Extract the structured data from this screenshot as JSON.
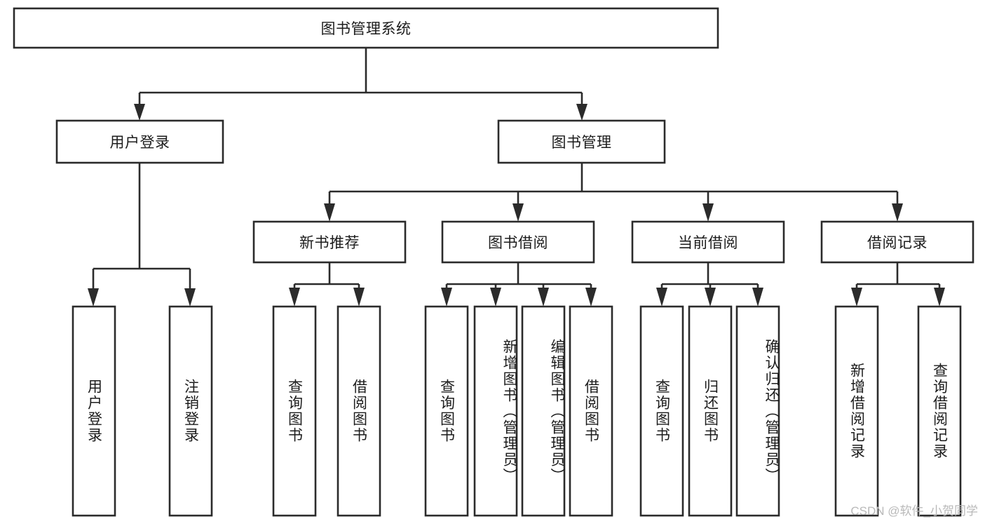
{
  "diagram": {
    "type": "tree-hierarchy-chart",
    "title": "图书管理系统",
    "watermark": "CSDN @软件_小贺同学",
    "colors": {
      "stroke": "#2b2b2b",
      "fill": "#ffffff",
      "text": "#1c1c1c",
      "watermark": "#b9b9b9"
    },
    "levels": {
      "level1": {
        "label": "图书管理系统"
      },
      "level2": [
        {
          "label": "用户登录"
        },
        {
          "label": "图书管理"
        }
      ],
      "level3": [
        {
          "label": "新书推荐"
        },
        {
          "label": "图书借阅"
        },
        {
          "label": "当前借阅"
        },
        {
          "label": "借阅记录"
        }
      ],
      "leaves": {
        "user_login": [
          {
            "label": "用户登录"
          },
          {
            "label": "注销登录"
          }
        ],
        "new_book_recommend": [
          {
            "label": "查询图书"
          },
          {
            "label": "借阅图书"
          }
        ],
        "book_borrow": [
          {
            "label": "查询图书"
          },
          {
            "label": "新增图书（管理员）"
          },
          {
            "label": "编辑图书（管理员）"
          },
          {
            "label": "借阅图书"
          }
        ],
        "current_borrow": [
          {
            "label": "查询图书"
          },
          {
            "label": "归还图书"
          },
          {
            "label": "确认归还（管理员）"
          }
        ],
        "borrow_record": [
          {
            "label": "新增借阅记录"
          },
          {
            "label": "查询借阅记录"
          }
        ]
      }
    }
  }
}
